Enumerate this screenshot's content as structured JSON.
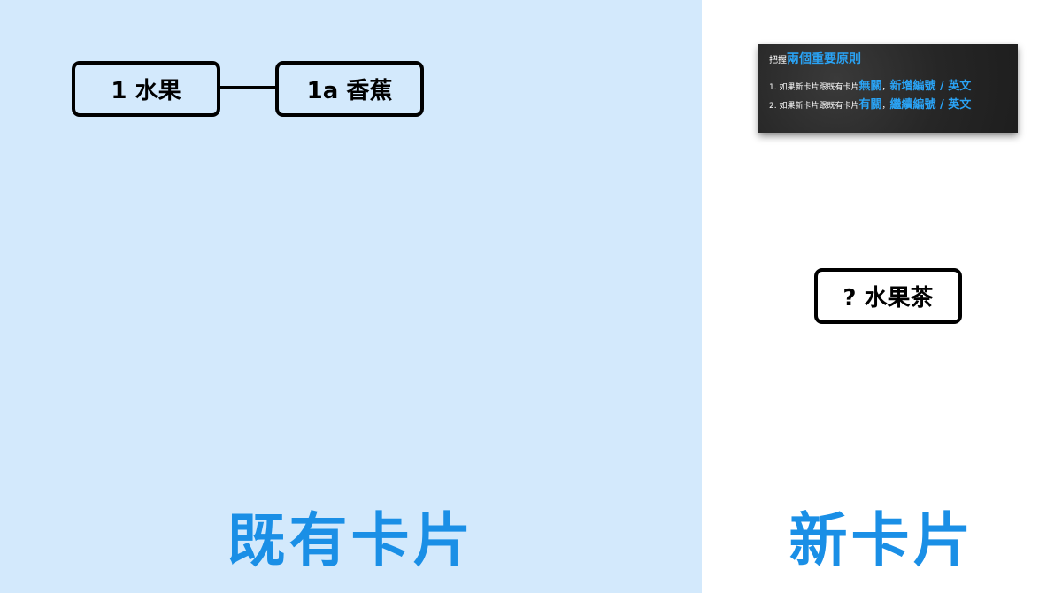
{
  "cards": {
    "fruit": "1 水果",
    "banana": "1a 香蕉",
    "new_card": "? 水果茶"
  },
  "headings": {
    "existing_cards": "既有卡片",
    "new_card": "新卡片"
  },
  "note": {
    "title_prefix": "把握",
    "title_highlight": "兩個重要原則",
    "rule1_prefix": "1. 如果新卡片跟既有卡片",
    "rule1_highlight": "無關",
    "rule1_sep": "，",
    "rule1_action": "新增編號 / 英文",
    "rule2_prefix": "2. 如果新卡片跟既有卡片",
    "rule2_highlight": "有關",
    "rule2_sep": "，",
    "rule2_action": "繼續編號 / 英文"
  },
  "colors": {
    "left_panel_bg": "#d3e9fc",
    "right_panel_bg": "#ffffff",
    "heading_blue": "#1a8fe6",
    "note_highlight": "#2aa3f5"
  }
}
